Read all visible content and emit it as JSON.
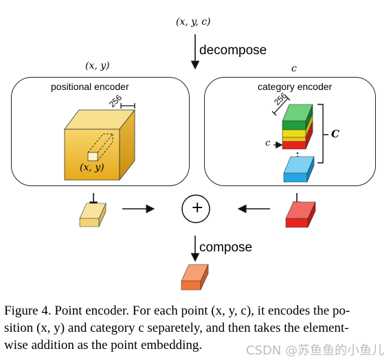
{
  "top_input": "(x, y, c)",
  "decompose_label": "decompose",
  "compose_label": "compose",
  "pos_input": "(x, y)",
  "cat_input": "c",
  "positional_encoder": {
    "title": "positional encoder",
    "dim": "256",
    "point_label": "(x, y)"
  },
  "category_encoder": {
    "title": "category encoder",
    "dim": "256",
    "row_label": "c",
    "count_label": "C",
    "colors": [
      "#1f9e3b",
      "#e8dd1a",
      "#f2c21b",
      "#e8231d",
      "#23a6e6"
    ]
  },
  "plus_symbol": "+",
  "vector_colors": {
    "positional": "#f2d478",
    "category": "#e8231d",
    "output": "#f0743a"
  },
  "caption": {
    "line1": "Figure 4. Point encoder. For each point (x, y, c), it encodes the po-",
    "line2": "sition (x, y) and category c separetely, and then takes the element-",
    "line3": "wise addition as the point embedding."
  },
  "watermark": "CSDN @苏鱼鱼的小鱼儿"
}
